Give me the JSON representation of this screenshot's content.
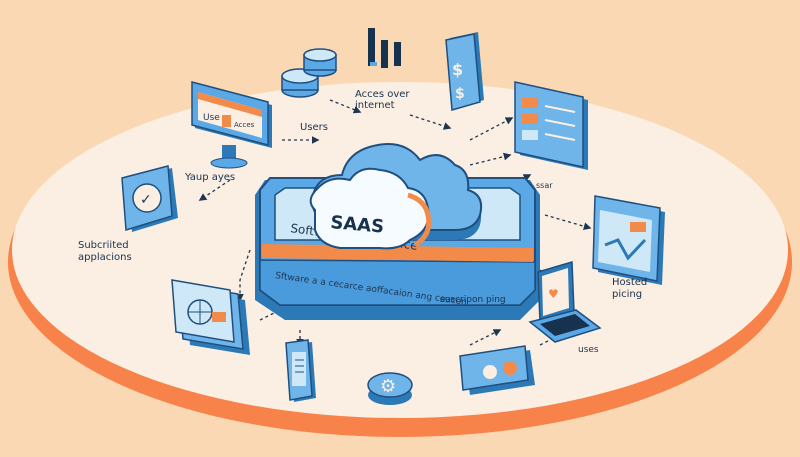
{
  "center": {
    "title": "SAAS",
    "tray_label": "Software as a service",
    "front_label": "Sftware a a cecarce aoffacaion ang ceacon"
  },
  "labels": {
    "access": "Acces over\ninternet",
    "users": "Users",
    "ssar": "ssar",
    "yaup": "Yaup ayes",
    "subcriited": "Subcriited\napplacions",
    "suscripon": "suscripon ping",
    "hosted": "Hosted\npicing",
    "uses": "uses"
  },
  "monitor": {
    "left_text": "Use",
    "right_text": "Acces"
  },
  "icons": {
    "dollar_symbol": "$",
    "dollar_symbol_2": "$",
    "check_symbol": "✓",
    "gear_symbol": "⚙",
    "heart_symbol": "♥"
  },
  "colors": {
    "background": "#fbd8b4",
    "platform": "#fbeee3",
    "accent_blue": "#5aa9e6",
    "dark_blue": "#1f4f7f",
    "orange": "#f28a4a"
  }
}
